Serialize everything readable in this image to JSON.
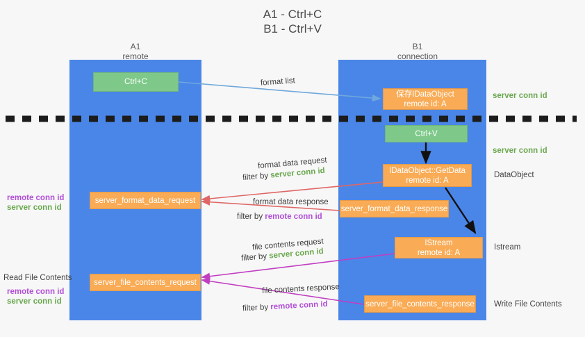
{
  "title": {
    "line1": "A1 - Ctrl+C",
    "line2": "B1 - Ctrl+V"
  },
  "lanes": [
    {
      "name": "A1",
      "sub": "remote"
    },
    {
      "name": "B1",
      "sub": "connection"
    }
  ],
  "boxes": {
    "ctrl_c": "Ctrl+C",
    "ctrl_v": "Ctrl+V",
    "save_idataobject_l1": "保存IDataObject",
    "save_idataobject_l2": "remote id: A",
    "getdata_l1": "IDataObject::GetData",
    "getdata_l2": "remote id: A",
    "istream_l1": "IStream",
    "istream_l2": "remote id: A",
    "server_format_data_request": "server_format_data_request",
    "server_format_data_response": "server_format_data_response",
    "server_file_contents_request": "server_file_contents_request",
    "server_file_contents_response": "server_file_contents_response"
  },
  "arrow_labels": {
    "format_list": "format list",
    "format_data_request": "format data request",
    "format_data_request_filter_pre": "filter by ",
    "format_data_request_filter_key": "server conn id",
    "format_data_response": "format data response",
    "format_data_response_filter_pre": "filter by ",
    "format_data_response_filter_key": "remote conn id",
    "file_contents_request": "file contents request",
    "file_contents_request_filter_pre": "filter by ",
    "file_contents_request_filter_key": "server conn id",
    "file_contents_response": "file contents response",
    "file_contents_response_filter_pre": "filter by ",
    "file_contents_response_filter_key": "remote conn id"
  },
  "right_annotations": {
    "server_conn_id_top": "server conn id",
    "server_conn_id_mid": "server conn id",
    "dataobject": "DataObject",
    "istream": "Istream",
    "write_file_contents": "Write File Contents"
  },
  "left_annotations": {
    "remote_conn_id_1": "remote conn id",
    "server_conn_id_1": "server conn id",
    "read_file_contents": "Read File Contents",
    "remote_conn_id_2": "remote conn id",
    "server_conn_id_2": "server conn id"
  },
  "colors": {
    "lane": "#4a86e8",
    "green_box": "#7ec98a",
    "orange_box": "#f9ab55",
    "green_text": "#6aa84f",
    "purple_text": "#b14fd8",
    "blue_arrow": "#6fa8dc",
    "red_arrow": "#e06666",
    "magenta_arrow": "#c13ec1",
    "divider": "#1c1c1c"
  }
}
